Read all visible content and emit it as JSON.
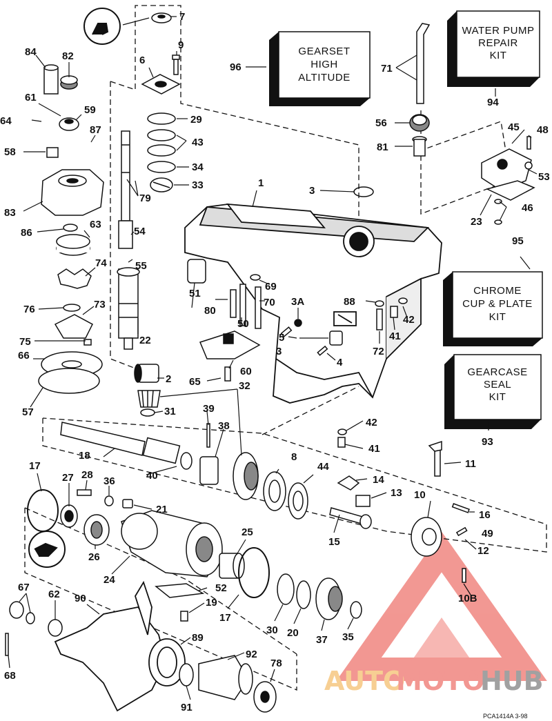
{
  "boxes": {
    "gearset": [
      "GEARSET",
      "HIGH",
      "ALTITUDE"
    ],
    "water_pump": [
      "WATER PUMP",
      "REPAIR",
      "KIT"
    ],
    "chrome": [
      "CHROME",
      "CUP & PLATE",
      "KIT"
    ],
    "seal": [
      "GEARCASE",
      "SEAL",
      "KIT"
    ]
  },
  "labels": {
    "l1": "1",
    "l2": "2",
    "l3": "3",
    "l3b": "3",
    "l3a": "3A",
    "l4": "4",
    "l5": "5",
    "l6": "6",
    "l7": "7",
    "l8": "8",
    "l9": "9",
    "l10": "10",
    "l10b": "10B",
    "l11": "11",
    "l12": "12",
    "l13": "13",
    "l14": "14",
    "l15": "15",
    "l16": "16",
    "l17a": "17",
    "l17b": "17",
    "l18": "18",
    "l19": "19",
    "l20": "20",
    "l21": "21",
    "l22": "22",
    "l23": "23",
    "l24": "24",
    "l25": "25",
    "l26": "26",
    "l27": "27",
    "l28": "28",
    "l29": "29",
    "l30": "30",
    "l31": "31",
    "l32": "32",
    "l33": "33",
    "l34": "34",
    "l35": "35",
    "l36": "36",
    "l37": "37",
    "l38": "38",
    "l39": "39",
    "l40": "40",
    "l41a": "41",
    "l41b": "41",
    "l42a": "42",
    "l42b": "42",
    "l43": "43",
    "l44": "44",
    "l45": "45",
    "l46": "46",
    "l48": "48",
    "l49": "49",
    "l50": "50",
    "l51": "51",
    "l52": "52",
    "l53": "53",
    "l54": "54",
    "l55": "55",
    "l56": "56",
    "l57": "57",
    "l58": "58",
    "l59": "59",
    "l60": "60",
    "l61": "61",
    "l62": "62",
    "l63": "63",
    "l64": "64",
    "l65": "65",
    "l66": "66",
    "l67": "67",
    "l68": "68",
    "l69": "69",
    "l70": "70",
    "l71": "71",
    "l72": "72",
    "l73": "73",
    "l74": "74",
    "l75": "75",
    "l76": "76",
    "l78": "78",
    "l79": "79",
    "l80": "80",
    "l81": "81",
    "l82": "82",
    "l83": "83",
    "l84": "84",
    "l86": "86",
    "l87": "87",
    "l88": "88",
    "l89": "89",
    "l90": "90",
    "l91": "91",
    "l92": "92",
    "l93": "93",
    "l94": "94",
    "l95": "95",
    "l96": "96"
  },
  "drawing_code": "PCA1414A  3-98",
  "watermark": {
    "part1": "AUTO",
    "part2": "MOTO",
    "part3": "HUB",
    "color_auto": "#f2a93b",
    "color_moto": "#e8433a",
    "color_hub": "#555555",
    "triangle_color": "#e8433a"
  },
  "line_color": "#111111"
}
